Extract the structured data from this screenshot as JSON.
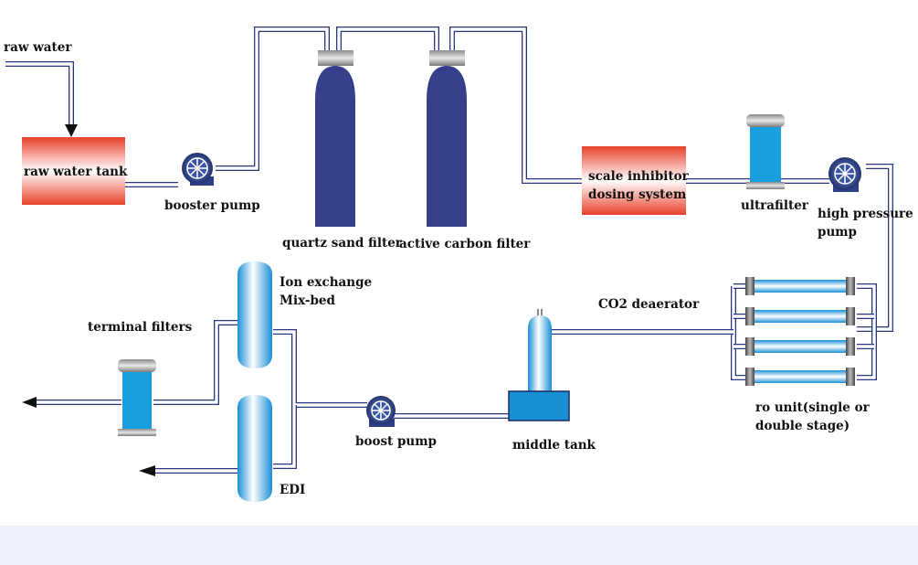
{
  "labels": {
    "raw_water": "raw water",
    "raw_water_tank": "raw water tank",
    "booster_pump": "booster pump",
    "quartz_sand_filter": "quartz sand filter",
    "active_carbon_filter": "active carbon filter",
    "scale_inhibitor_line1": "scale inhibitor",
    "scale_inhibitor_line2": "dosing system",
    "ultrafilter": "ultrafilter",
    "high_pressure_line1": "high pressure",
    "high_pressure_line2": "pump",
    "ro_unit_line1": "ro unit(single or",
    "ro_unit_line2": "double stage)",
    "co2_deaerator": "CO2 deaerator",
    "middle_tank": "middle tank",
    "boost_pump": "boost pump",
    "ion_exchange_line1": "Ion exchange",
    "ion_exchange_line2": "Mix-bed",
    "edi": "EDI",
    "terminal_filters": "terminal filters"
  },
  "colors": {
    "pipe": "#2c3580",
    "tank_dark_blue": "#36408a",
    "cyan": "#1aa0e0",
    "red": "#e8452e",
    "pump": "#2f3f86"
  }
}
